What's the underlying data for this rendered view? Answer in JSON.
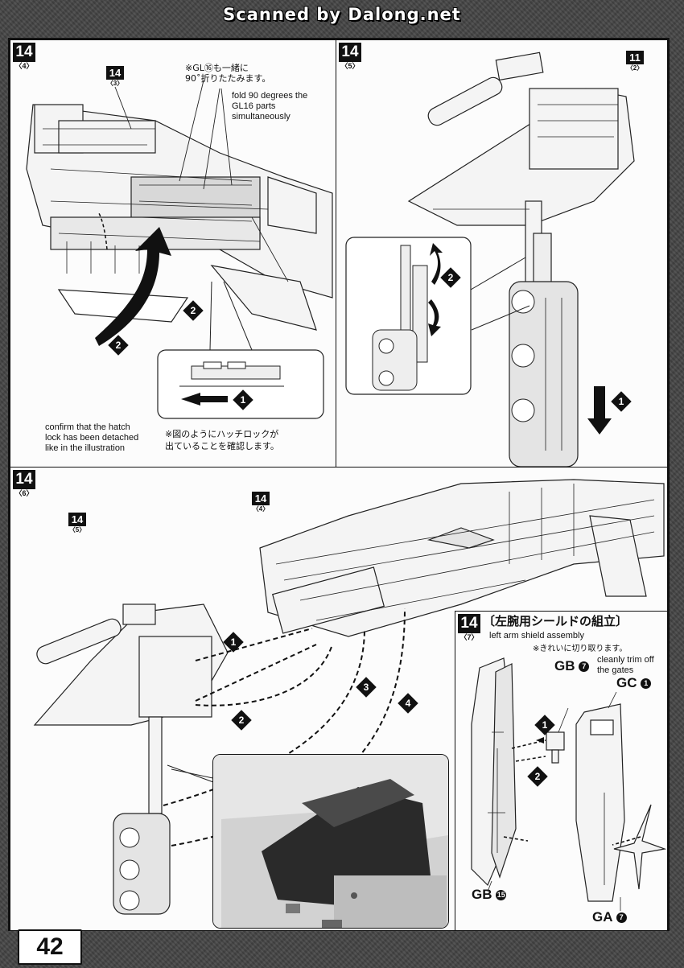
{
  "header": {
    "scan_credit": "Scanned by Dalong.net"
  },
  "page_number": "42",
  "panels": {
    "p4": {
      "step": "14",
      "sub": "〈4〉",
      "ref": {
        "step": "14",
        "sub": "〈3〉"
      },
      "note_jp_1": "※GL⑯も一緒に",
      "note_jp_2": "90˚折りたたみます。",
      "note_en_1": "fold 90 degrees the",
      "note_en_2": "GL16 parts",
      "note_en_3": "simultaneously",
      "confirm_en_1": "confirm that the hatch",
      "confirm_en_2": "lock has been detached",
      "confirm_en_3": "like in the illustration",
      "confirm_jp_1": "※図のようにハッチロックが",
      "confirm_jp_2": "出ていることを確認します。",
      "badges": [
        "2",
        "2",
        "1"
      ]
    },
    "p5": {
      "step": "14",
      "sub": "〈5〉",
      "ref": {
        "step": "11",
        "sub": "〈2〉"
      },
      "badges": [
        "2",
        "1"
      ]
    },
    "p6": {
      "step": "14",
      "sub": "〈6〉",
      "ref_a": {
        "step": "14",
        "sub": "〈5〉"
      },
      "ref_b": {
        "step": "14",
        "sub": "〈4〉"
      },
      "badges": [
        "1",
        "2",
        "3",
        "4"
      ]
    },
    "p7": {
      "step": "14",
      "sub": "〈7〉",
      "title_jp": "〔左腕用シールドの組立〕",
      "title_en": "left arm shield assembly",
      "trim_jp": "※きれいに切り取ります。",
      "trim_en_1": "cleanly trim off",
      "trim_en_2": "the gates",
      "parts": {
        "gb7": {
          "code": "GB",
          "num": "7"
        },
        "gc1": {
          "code": "GC",
          "num": "1"
        },
        "gb15": {
          "code": "GB",
          "num": "15"
        },
        "ga7": {
          "code": "GA",
          "num": "7"
        }
      },
      "badges": [
        "1",
        "2"
      ]
    }
  }
}
